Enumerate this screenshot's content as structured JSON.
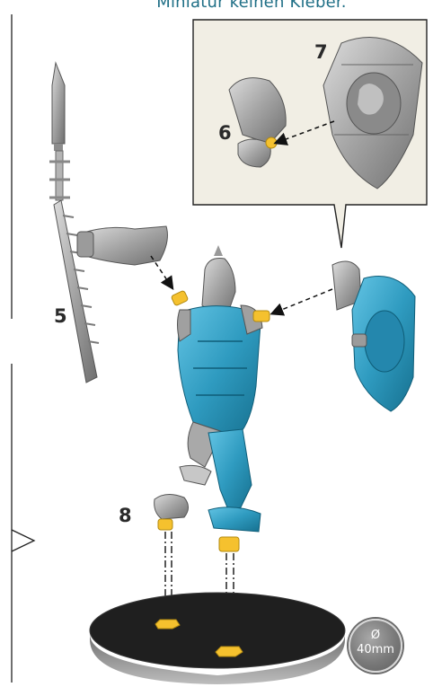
{
  "header": {
    "text": "Miniatur keinen Kleber."
  },
  "steps": {
    "step5": "5",
    "step6": "6",
    "step7": "7",
    "step8": "8"
  },
  "base_badge": {
    "symbol": "Ø",
    "size": "40mm"
  },
  "colors": {
    "accent_blue": "#2f9bc0",
    "glue_yellow": "#f5c12e",
    "plastic_grey": "#a9a9a9",
    "inset_bg": "#f1eee4",
    "base_black": "#1f1f1f"
  }
}
